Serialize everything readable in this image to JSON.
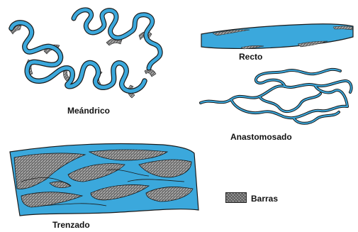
{
  "labels": {
    "meandrico": "Meándrico",
    "recto": "Recto",
    "anastomosado": "Anastomosado",
    "trenzado": "Trenzado"
  },
  "legend": {
    "barras": "Barras"
  },
  "colors": {
    "water": "#3ba8dc",
    "bank": "#1a1a1a",
    "bar": "#9a9a9a",
    "background": "#ffffff"
  }
}
